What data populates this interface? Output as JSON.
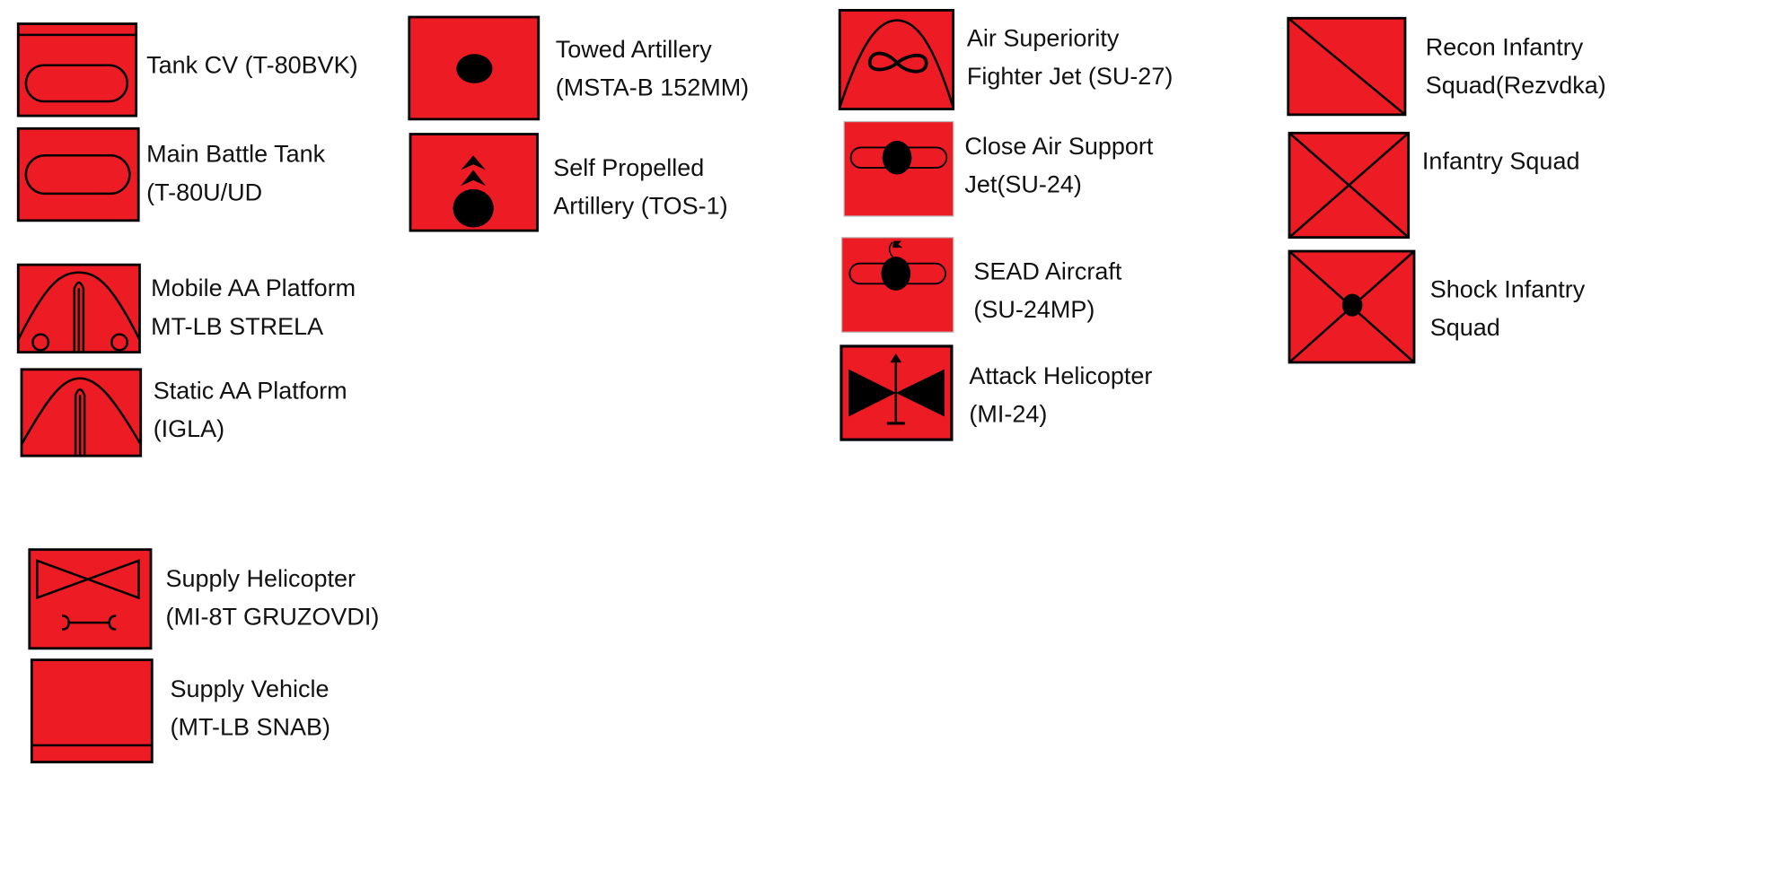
{
  "colors": {
    "unit_fill": "#ED1C24",
    "outline": "#000000"
  },
  "units": [
    {
      "id": "tank-cv",
      "icon": "tank-command-icon",
      "lines": [
        "Tank CV (T-80BVK)"
      ]
    },
    {
      "id": "main-battle-tank",
      "icon": "armor-icon",
      "lines": [
        "Main Battle Tank",
        "(T-80U/UD"
      ]
    },
    {
      "id": "mobile-aa",
      "icon": "mobile-air-defense-icon",
      "lines": [
        "Mobile AA Platform",
        "MT-LB STRELA"
      ]
    },
    {
      "id": "static-aa",
      "icon": "air-defense-icon",
      "lines": [
        "Static AA Platform",
        "(IGLA)"
      ]
    },
    {
      "id": "supply-helicopter",
      "icon": "supply-helicopter-icon",
      "lines": [
        "Supply Helicopter",
        "(MI-8T GRUZOVDI)"
      ]
    },
    {
      "id": "supply-vehicle",
      "icon": "supply-icon",
      "lines": [
        "Supply Vehicle",
        "(MT-LB SNAB)"
      ]
    },
    {
      "id": "towed-artillery",
      "icon": "artillery-icon",
      "lines": [
        "Towed Artillery",
        "(MSTA-B 152MM)"
      ]
    },
    {
      "id": "self-propelled-artillery",
      "icon": "rocket-artillery-icon",
      "lines": [
        "Self Propelled",
        "Artillery (TOS-1)"
      ]
    },
    {
      "id": "air-superiority",
      "icon": "fighter-icon",
      "lines": [
        "Air Superiority",
        "Fighter Jet (SU-27)"
      ]
    },
    {
      "id": "close-air-support",
      "icon": "attack-jet-icon",
      "lines": [
        "Close Air Support",
        "Jet(SU-24)"
      ]
    },
    {
      "id": "sead-aircraft",
      "icon": "sead-icon",
      "lines": [
        "SEAD Aircraft",
        "(SU-24MP)"
      ]
    },
    {
      "id": "attack-helicopter",
      "icon": "attack-helicopter-icon",
      "lines": [
        "Attack Helicopter",
        "(MI-24)"
      ]
    },
    {
      "id": "recon-infantry",
      "icon": "recon-icon",
      "lines": [
        "Recon Infantry",
        "Squad(Rezvdka)"
      ]
    },
    {
      "id": "infantry-squad",
      "icon": "infantry-icon",
      "lines": [
        "Infantry Squad"
      ]
    },
    {
      "id": "shock-infantry",
      "icon": "shock-infantry-icon",
      "lines": [
        "Shock Infantry",
        "Squad"
      ]
    }
  ]
}
